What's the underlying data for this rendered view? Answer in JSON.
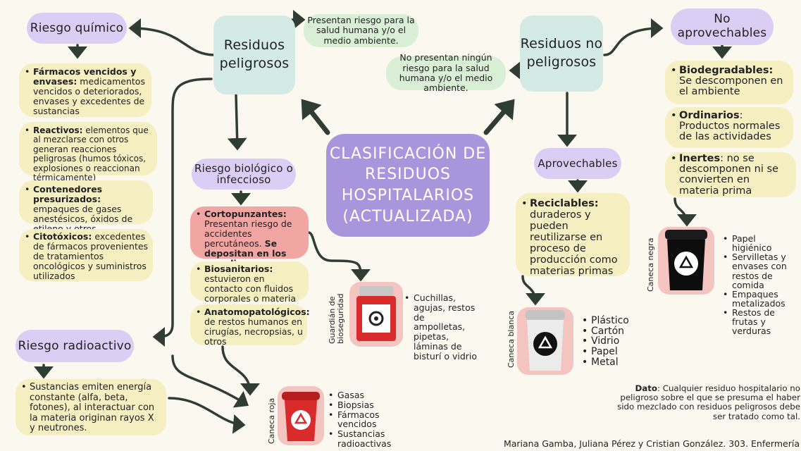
{
  "center": {
    "title": "CLASIFICACIÓN DE RESIDUOS HOSPITALARIOS (ACTUALIZADA)"
  },
  "peligrosos": {
    "title": "Residuos peligrosos",
    "note": "Presentan riesgo para la salud humana y/o el medio ambiente."
  },
  "no_peligrosos": {
    "title": "Residuos no peligrosos",
    "note": "No presentan ningún riesgo para la salud humana y/o el medio ambiente."
  },
  "quimico": {
    "title": "Riesgo químico",
    "items": [
      {
        "bold": "Fármacos vencidos y envases:",
        "text": " medicamentos vencidos o deteriorados, envases y excedentes de sustancias"
      },
      {
        "bold": "Reactivos:",
        "text": "  elementos que al mezclarse con otros generan reacciones peligrosas (humos tóxicos, explosiones o reaccionan térmicamente)"
      },
      {
        "bold": "Contenedores presurizados:",
        "text": " empaques de gases anestésicos, óxidos de etileno y otros"
      },
      {
        "bold": "Citotóxicos:",
        "text": " excedentes de fármacos provenientes de tratamientos oncológicos y suministros utilizados"
      }
    ]
  },
  "radioactivo": {
    "title": "Riesgo radioactivo",
    "item": "Sustancias emiten energía constante (alfa, beta, fotones), al interactuar con la materia originan rayos X y neutrones."
  },
  "biologico": {
    "title": "Riesgo biológico o infeccioso",
    "cortopunzantes": {
      "bold": "Cortopunzantes:",
      "text": " Presentan riesgo de accidentes percutáneos. ",
      "bold2": "Se depositan en los guardianes."
    },
    "biosanitarios": {
      "bold": "Biosanitarios:",
      "text": " estuvieron en contacto con fluidos corporales o materia orgánica."
    },
    "anatomo": {
      "bold": "Anatomopatológicos:",
      "text": " de restos humanos en cirugías, necropsias, u otros"
    }
  },
  "guardian": {
    "label": "Guardián de bioseguridad",
    "items": [
      "Cuchillas, agujas, restos de ampolletas, pipetas, láminas de bisturí o vidrio"
    ]
  },
  "caneca_roja": {
    "label": "Caneca roja",
    "items": [
      "Gasas",
      "Biopsias",
      "Fármacos vencidos",
      "Sustancias radioactivas"
    ]
  },
  "aprovechables": {
    "title": "Aprovechables",
    "item": {
      "bold": "Reciclables:",
      "text": " duraderos y pueden reutilizarse en proceso de producción como materias primas"
    }
  },
  "caneca_blanca": {
    "label": "Caneca blanca",
    "items": [
      "Plástico",
      "Cartón",
      "Vidrio",
      "Papel",
      "Metal"
    ]
  },
  "no_aprovechables": {
    "title": "No aprovechables",
    "items": [
      {
        "bold": "Biodegradables:",
        "text": " Se descomponen en el ambiente"
      },
      {
        "bold": "Ordinarios",
        "text": ": Productos normales de las actividades"
      },
      {
        "bold": "Inertes",
        "text": ": no se descomponen ni se convierten en materia prima"
      }
    ]
  },
  "caneca_negra": {
    "label": "Caneca negra",
    "items": [
      "Papel higiénico",
      "Servilletas y envases con restos de comida",
      "Empaques metalizados",
      "Restos de frutas y verduras"
    ]
  },
  "dato": {
    "bold": "Dato",
    "text": ": Cualquier residuo hospitalario no peligroso sobre el que se presuma el haber sido mezclado con residuos peligrosos debe ser tratado como tal."
  },
  "autores": "Mariana Gamba, Juliana Pérez y Cristian González. 303. Enfermería",
  "colors": {
    "lilac": "#dccdf4",
    "mint": "#d3ebe4",
    "yellow": "#f5efc2",
    "pink": "#f2a6a4",
    "green": "#d9f0d6",
    "center": "#a895dc"
  },
  "icons": [
    "recycle-icon",
    "biohazard-icon"
  ]
}
